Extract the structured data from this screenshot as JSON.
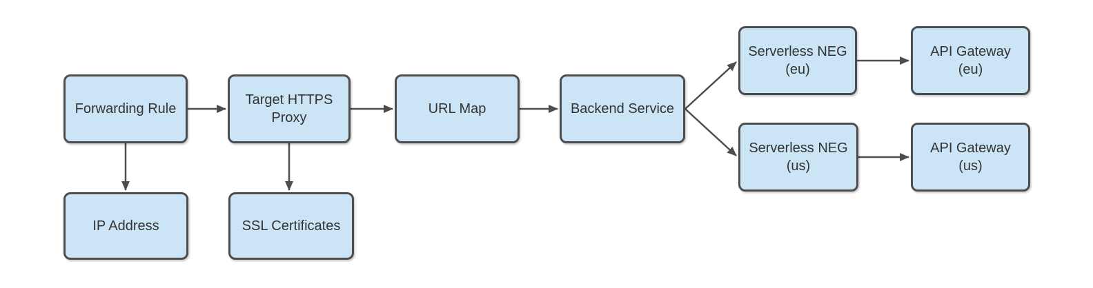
{
  "diagram": {
    "background_color": "#ffffff",
    "node_fill_color": "#cbe4f6",
    "node_border_color": "#4d4d4d",
    "node_text_color": "#333333",
    "arrow_color": "#4d4d4d",
    "nodes": [
      {
        "id": "forwarding-rule",
        "label": "Forwarding Rule"
      },
      {
        "id": "target-https-proxy",
        "label": "Target HTTPS\nProxy"
      },
      {
        "id": "url-map",
        "label": "URL Map"
      },
      {
        "id": "backend-service",
        "label": "Backend Service"
      },
      {
        "id": "serverless-neg-eu",
        "label": "Serverless NEG\n(eu)"
      },
      {
        "id": "api-gateway-eu",
        "label": "API Gateway\n(eu)"
      },
      {
        "id": "serverless-neg-us",
        "label": "Serverless NEG\n(us)"
      },
      {
        "id": "api-gateway-us",
        "label": "API Gateway\n(us)"
      },
      {
        "id": "ip-address",
        "label": "IP Address"
      },
      {
        "id": "ssl-certificates",
        "label": "SSL Certificates"
      }
    ],
    "edges": [
      {
        "from": "forwarding-rule",
        "to": "target-https-proxy"
      },
      {
        "from": "target-https-proxy",
        "to": "url-map"
      },
      {
        "from": "url-map",
        "to": "backend-service"
      },
      {
        "from": "backend-service",
        "to": "serverless-neg-eu"
      },
      {
        "from": "backend-service",
        "to": "serverless-neg-us"
      },
      {
        "from": "serverless-neg-eu",
        "to": "api-gateway-eu"
      },
      {
        "from": "serverless-neg-us",
        "to": "api-gateway-us"
      },
      {
        "from": "forwarding-rule",
        "to": "ip-address"
      },
      {
        "from": "target-https-proxy",
        "to": "ssl-certificates"
      }
    ]
  }
}
